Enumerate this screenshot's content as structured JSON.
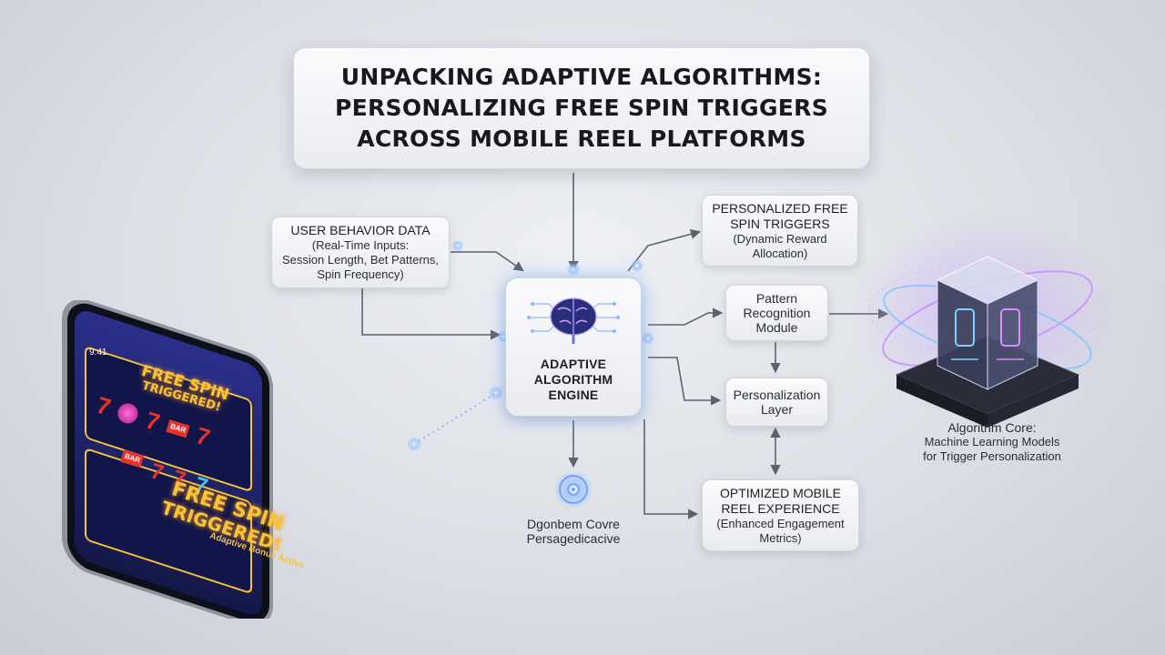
{
  "title": {
    "line1": "UNPACKING ADAPTIVE ALGORITHMS:",
    "line2": "PERSONALIZING FREE SPIN TRIGGERS",
    "line3": "ACROSS MOBILE REEL PLATFORMS"
  },
  "user_behavior": {
    "title": "USER BEHAVIOR DATA",
    "line1": "(Real-Time Inputs:",
    "line2": "Session Length, Bet Patterns,",
    "line3": "Spin Frequency)"
  },
  "personalized": {
    "title1": "PERSONALIZED FREE",
    "title2": "SPIN TRIGGERS",
    "line1": "(Dynamic Reward",
    "line2": "Allocation)"
  },
  "engine": {
    "line1": "ADAPTIVE",
    "line2": "ALGORITHM",
    "line3": "ENGINE"
  },
  "pattern": {
    "line1": "Pattern",
    "line2": "Recognition",
    "line3": "Module"
  },
  "personalization": {
    "line1": "Personalization",
    "line2": "Layer"
  },
  "optimized": {
    "title1": "OPTIMIZED MOBILE",
    "title2": "REEL EXPERIENCE",
    "line1": "(Enhanced Engagement",
    "line2": "Metrics)"
  },
  "core": {
    "title": "Algorithm Core:",
    "line1": "Machine Learning Models",
    "line2": "for Trigger Personalization"
  },
  "bottom_node": {
    "line1": "Dgonbem Covre",
    "line2": "Persagedicacive"
  },
  "phone": {
    "time": "9:41",
    "banner1_line1": "FREE SPIN",
    "banner1_line2": "TRIGGERED!",
    "banner2_line1": "FREE SPIN",
    "banner2_line2": "TRIGGERED!",
    "status": "Adaptive Bonus Active",
    "reel_sym": "7",
    "bar_sym": "BAR"
  },
  "colors": {
    "accent_glow": "#7fb2ff",
    "arrow": "#5d636e",
    "phone_screen": "#1a1f5c",
    "banner_gold": "#f6c437"
  }
}
